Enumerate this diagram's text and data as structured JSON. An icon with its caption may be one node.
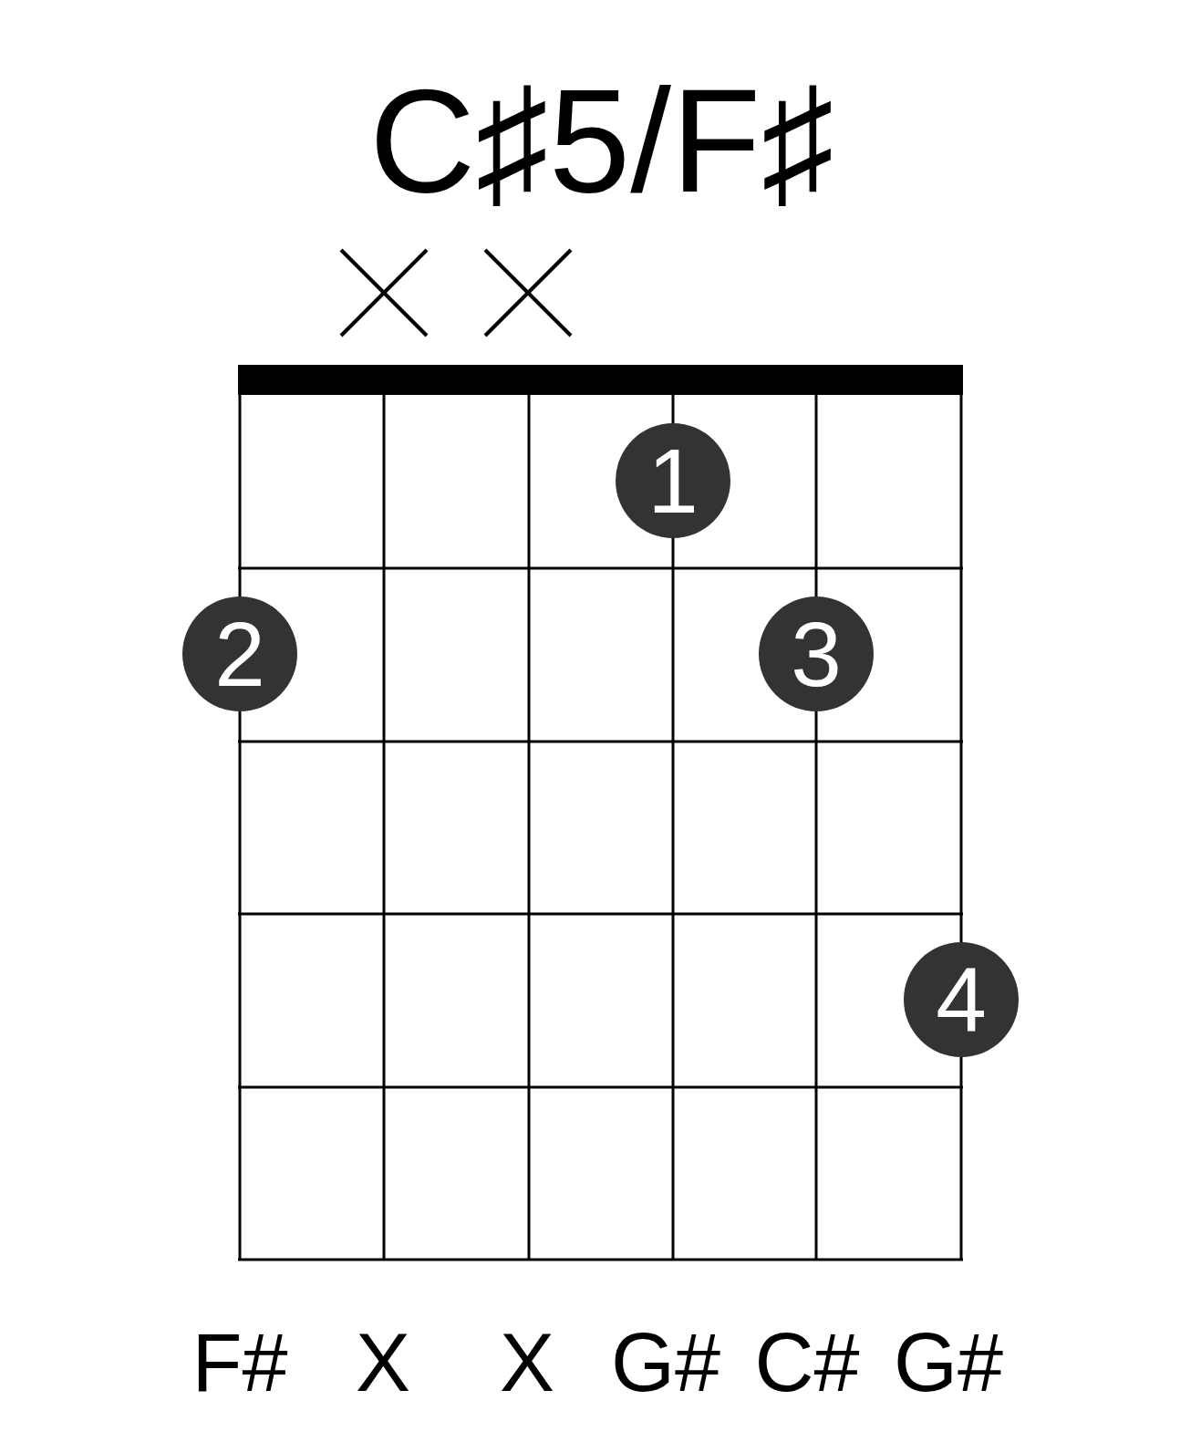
{
  "diagram": {
    "title": "C♯5/F♯",
    "nodes": [
      {
        "text": [
          "1"
        ]
      },
      {
        "text": [
          "2"
        ]
      },
      {
        "text": [
          "3"
        ]
      },
      {
        "text": [
          "4"
        ]
      }
    ],
    "labels": [
      "F#",
      "X",
      "X",
      "G#",
      "C#",
      "G#"
    ]
  }
}
